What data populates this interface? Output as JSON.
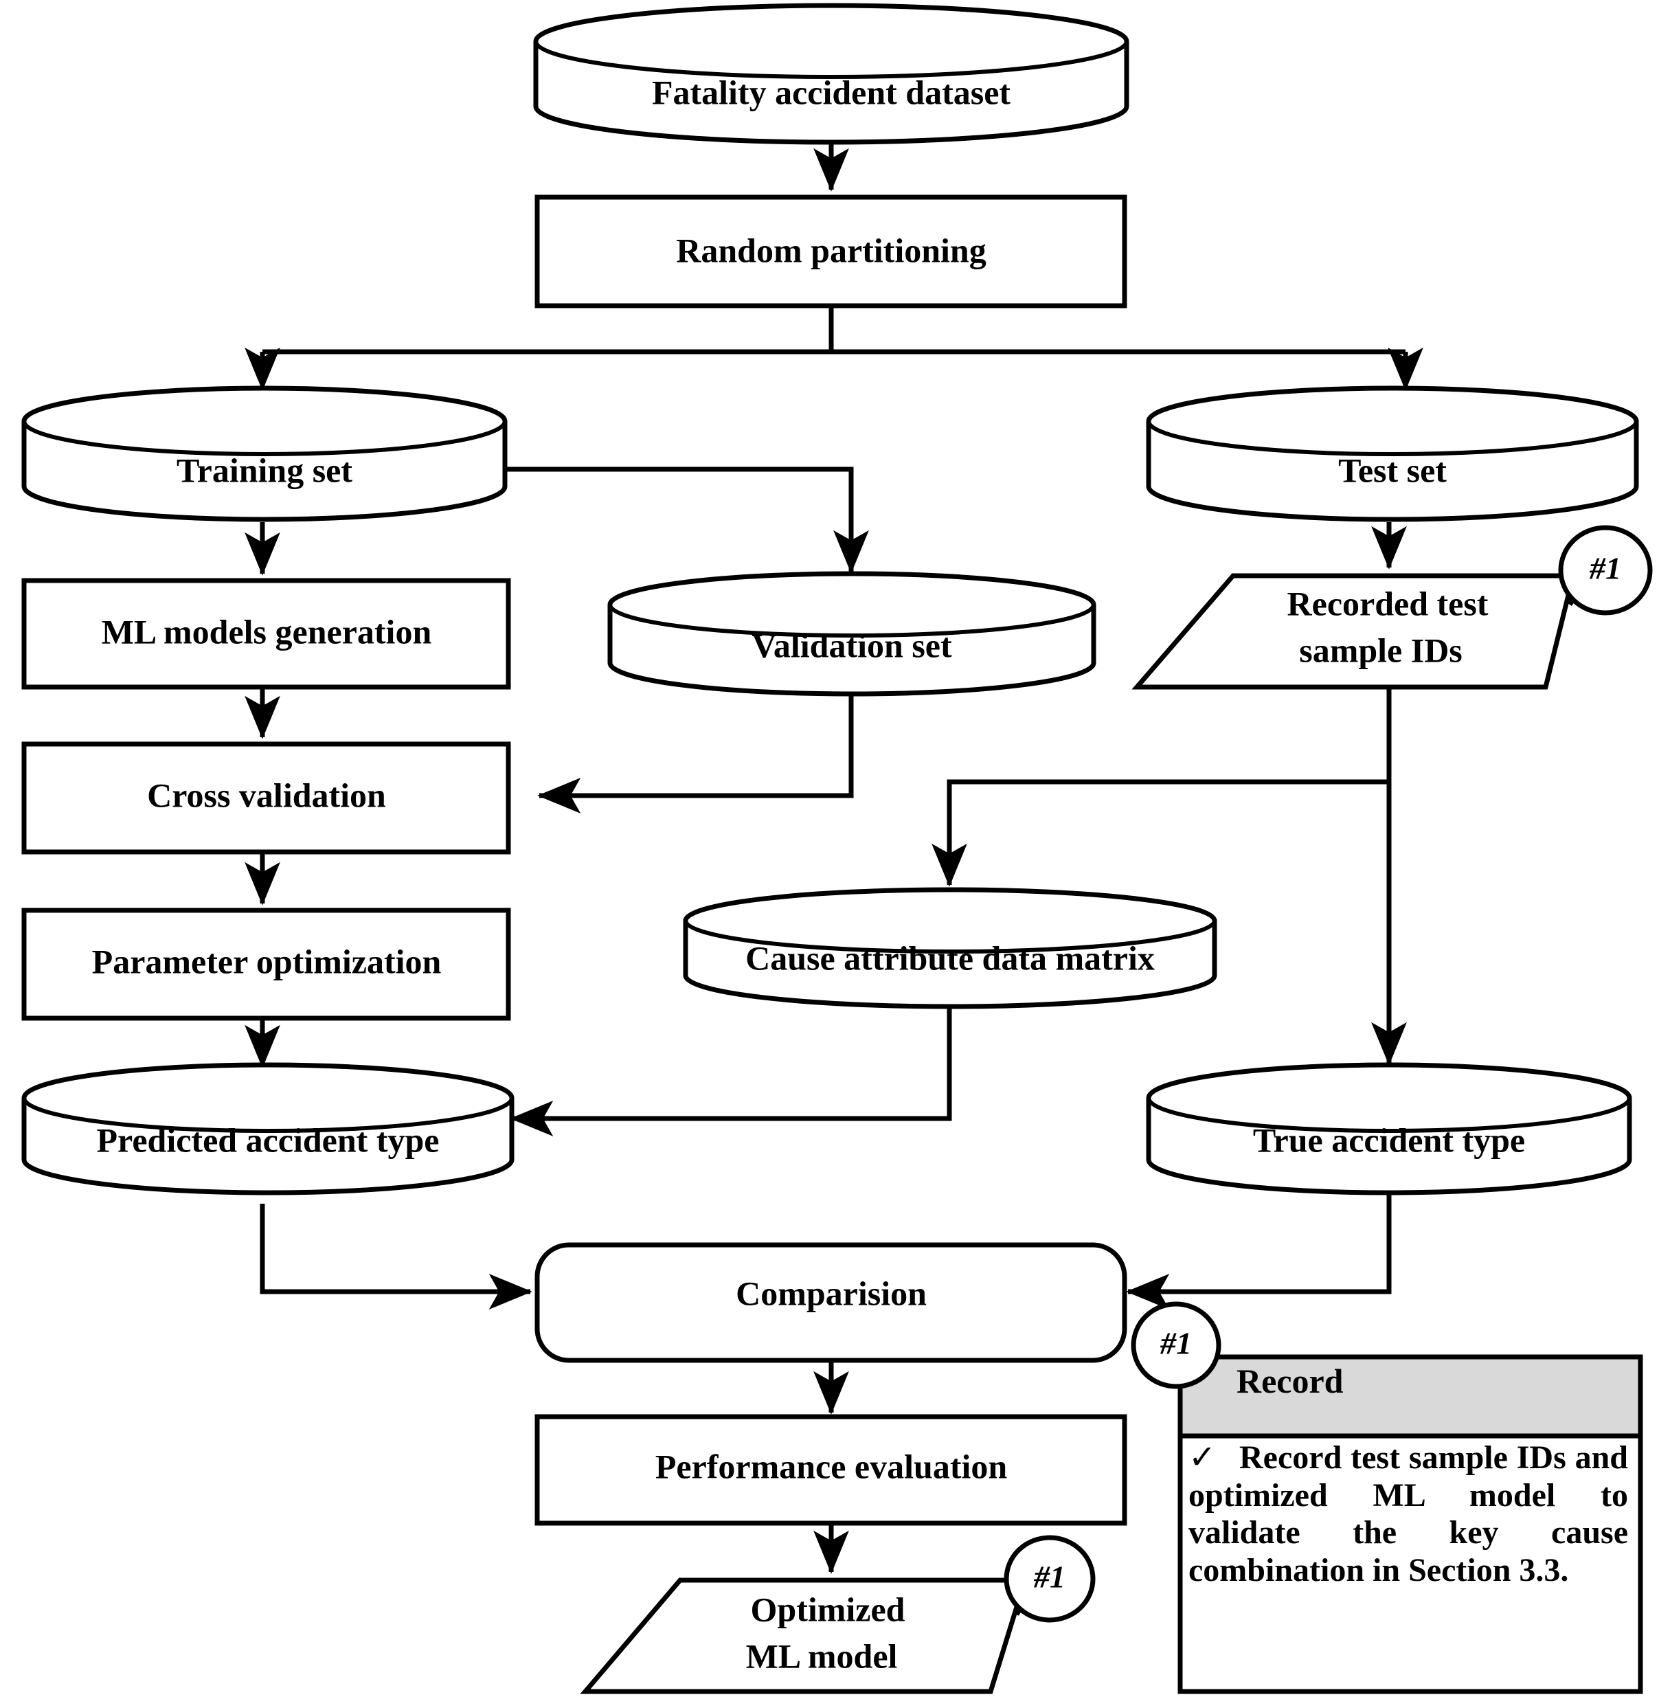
{
  "diagram": {
    "title": "ML fatality accident analysis workflow",
    "nodes": {
      "dataset": {
        "label": "Fatality accident dataset",
        "shape": "cylinder"
      },
      "partition": {
        "label": "Random partitioning",
        "shape": "process"
      },
      "training_set": {
        "label": "Training set",
        "shape": "cylinder"
      },
      "test_set": {
        "label": "Test set",
        "shape": "cylinder"
      },
      "validation_set": {
        "label": "Validation set",
        "shape": "cylinder"
      },
      "ml_models": {
        "label": "ML models generation",
        "shape": "process"
      },
      "cross_validation": {
        "label": "Cross validation",
        "shape": "process"
      },
      "parameter_optimization": {
        "label": "Parameter optimization",
        "shape": "process"
      },
      "predicted_type": {
        "label": "Predicted accident type",
        "shape": "cylinder"
      },
      "recorded_ids_line1": {
        "label": "Recorded test",
        "shape": "parallelogram"
      },
      "recorded_ids_line2": {
        "label": "sample IDs",
        "shape": "parallelogram"
      },
      "cause_matrix": {
        "label": "Cause attribute data matrix",
        "shape": "cylinder"
      },
      "true_type": {
        "label": "True accident type",
        "shape": "cylinder"
      },
      "comparison": {
        "label": "Comparision",
        "shape": "rounded-process"
      },
      "performance": {
        "label": "Performance evaluation",
        "shape": "process"
      },
      "optimized_model_line1": {
        "label": "Optimized",
        "shape": "parallelogram"
      },
      "optimized_model_line2": {
        "label": "ML model",
        "shape": "parallelogram"
      }
    },
    "tags": {
      "tag_recorded_ids": "#1",
      "tag_optimized_model": "#1",
      "tag_record_note": "#1"
    },
    "note": {
      "header": "Record",
      "bullet_marker": "✓",
      "body": "Record test sample IDs and optimized ML model to validate the key cause combination in Section 3.3."
    },
    "colors": {
      "stroke": "#000000",
      "fill": "#ffffff",
      "note_header_fill": "#d9d9d9"
    }
  }
}
